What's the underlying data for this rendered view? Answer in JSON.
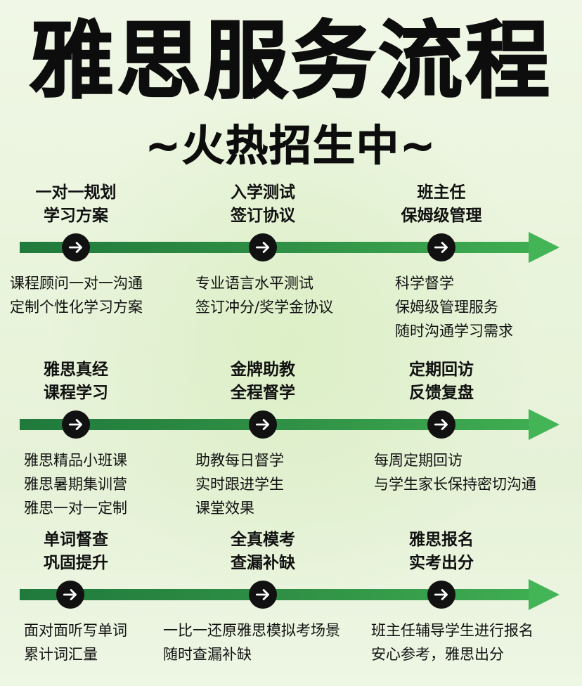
{
  "title": "雅思服务流程",
  "subtitle": "~火热招生中~",
  "rows": [
    {
      "steps": [
        {
          "head": [
            "一对一规划",
            "学习方案"
          ],
          "desc": [
            "课程顾问一对一沟通",
            "定制个性化学习方案"
          ]
        },
        {
          "head": [
            "入学测试",
            "签订协议"
          ],
          "desc": [
            "专业语言水平测试",
            "签订冲分/奖学金协议"
          ]
        },
        {
          "head": [
            "班主任",
            "保姆级管理"
          ],
          "desc": [
            "科学督学",
            "保姆级管理服务",
            "随时沟通学习需求"
          ]
        }
      ]
    },
    {
      "steps": [
        {
          "head": [
            "雅思真经",
            "课程学习"
          ],
          "desc": [
            "雅思精品小班课",
            "雅思暑期集训营",
            "雅思一对一定制"
          ]
        },
        {
          "head": [
            "金牌助教",
            "全程督学"
          ],
          "desc": [
            "助教每日督学",
            "实时跟进学生",
            "课堂效果"
          ]
        },
        {
          "head": [
            "定期回访",
            "反馈复盘"
          ],
          "desc": [
            "每周定期回访",
            "与学生家长保持密切沟通"
          ]
        }
      ]
    },
    {
      "steps": [
        {
          "head": [
            "单词督查",
            "巩固提升"
          ],
          "desc": [
            "面对面听写单词",
            "累计词汇量"
          ]
        },
        {
          "head": [
            "全真模考",
            "查漏补缺"
          ],
          "desc": [
            "一比一还原雅思模拟考场景",
            "随时查漏补缺"
          ]
        },
        {
          "head": [
            "雅思报名",
            "实考出分"
          ],
          "desc": [
            "班主任辅导学生进行报名",
            "安心参考，雅思出分"
          ]
        }
      ]
    }
  ],
  "colors": {
    "line_dark": "#1f7a3c",
    "line_light": "#43b556",
    "node": "#111111"
  },
  "icons": {
    "node": "arrow-right-icon"
  }
}
